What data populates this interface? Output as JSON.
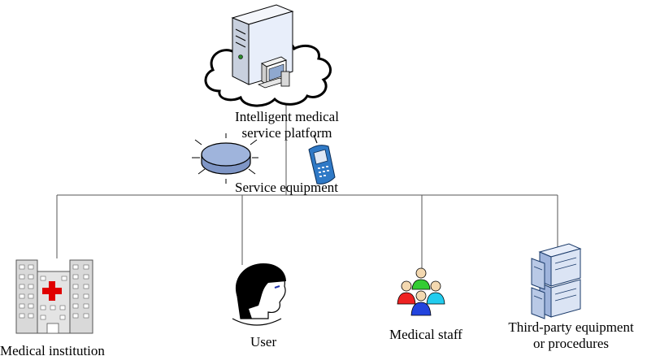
{
  "platform": {
    "label_line1": "Intelligent medical",
    "label_line2": "service platform"
  },
  "service_equipment": {
    "label": "Service equipment"
  },
  "nodes": {
    "institution": {
      "label": "Medical institution"
    },
    "user": {
      "label": "User"
    },
    "staff": {
      "label": "Medical staff"
    },
    "third_party": {
      "label_line1": "Third-party equipment",
      "label_line2": "or procedures"
    }
  },
  "icons": {
    "server": "server-tower-icon",
    "cloud": "cloud-icon",
    "computer": "desktop-computer-icon",
    "disk": "saucer-device-icon",
    "phone": "mobile-phone-icon",
    "hospital": "hospital-building-icon",
    "user": "user-head-icon",
    "staff": "people-group-icon",
    "third_party": "server-stack-icon"
  },
  "colors": {
    "line": "#555555",
    "cloud_fill": "#ffffff",
    "disk_fill": "#9fb4dc",
    "phone_fill": "#2f79c6",
    "hospital_cross": "#e00000",
    "server_fill": "#e8eefa"
  }
}
